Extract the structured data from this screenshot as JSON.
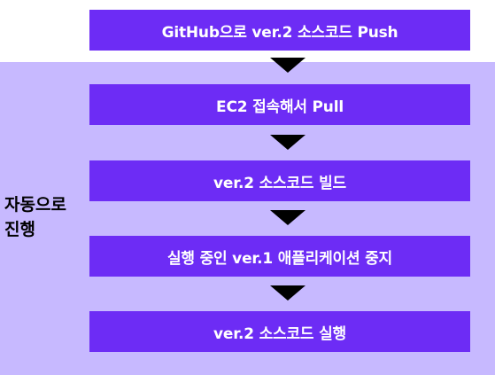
{
  "steps": [
    "GitHub으로 ver.2 소스코드 Push",
    "EC2 접속해서 Pull",
    "ver.2 소스코드 빌드",
    "실행 중인 ver.1 애플리케이션 중지",
    "ver.2 소스코드 실행"
  ],
  "automation_label": {
    "line1": "자동으로",
    "line2": "진행"
  },
  "colors": {
    "step_fill": "#6d2cf5",
    "band_fill": "#c7b9ff",
    "arrow": "#000000",
    "step_text": "#ffffff"
  }
}
